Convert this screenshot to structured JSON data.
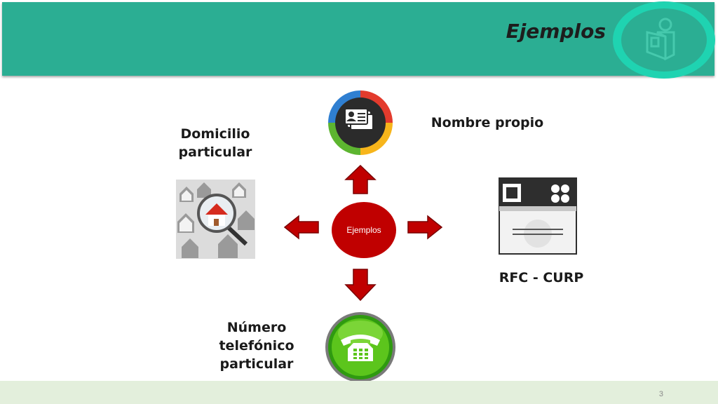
{
  "header": {
    "title": "Ejemplos",
    "logo_icon": "person-book-icon"
  },
  "diagram": {
    "center_label": "Ejemplos",
    "nodes": {
      "top": {
        "label": "Nombre propio",
        "icon": "contact-card-icon"
      },
      "left": {
        "label_line1": "Domicilio",
        "label_line2": "particular",
        "icon": "house-magnifier-icon"
      },
      "right": {
        "label": "RFC - CURP",
        "icon": "id-card-icon"
      },
      "bottom": {
        "label_line1": "Número",
        "label_line2": "telefónico",
        "label_line3": "particular",
        "icon": "telephone-icon"
      }
    },
    "colors": {
      "arrow": "#c00000",
      "center": "#c00000",
      "header": "#2bae93",
      "logo_ring": "#1fd3b1"
    }
  },
  "footer": {
    "page_number": "3"
  }
}
